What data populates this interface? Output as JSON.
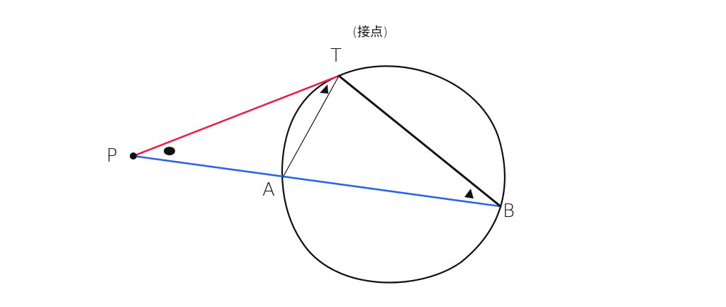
{
  "labels": {
    "point_p": "P",
    "point_t": "T",
    "point_a": "A",
    "point_b": "B",
    "tangent_point_note": "(接点)"
  },
  "colors": {
    "tangent_line_pt": "#e8234a",
    "secant_line_pab": "#2b66e0",
    "ink": "#111111"
  },
  "marks": {
    "angle_at_p": "filled-dot",
    "angle_at_t": "filled-triangle",
    "angle_at_b": "filled-triangle"
  }
}
